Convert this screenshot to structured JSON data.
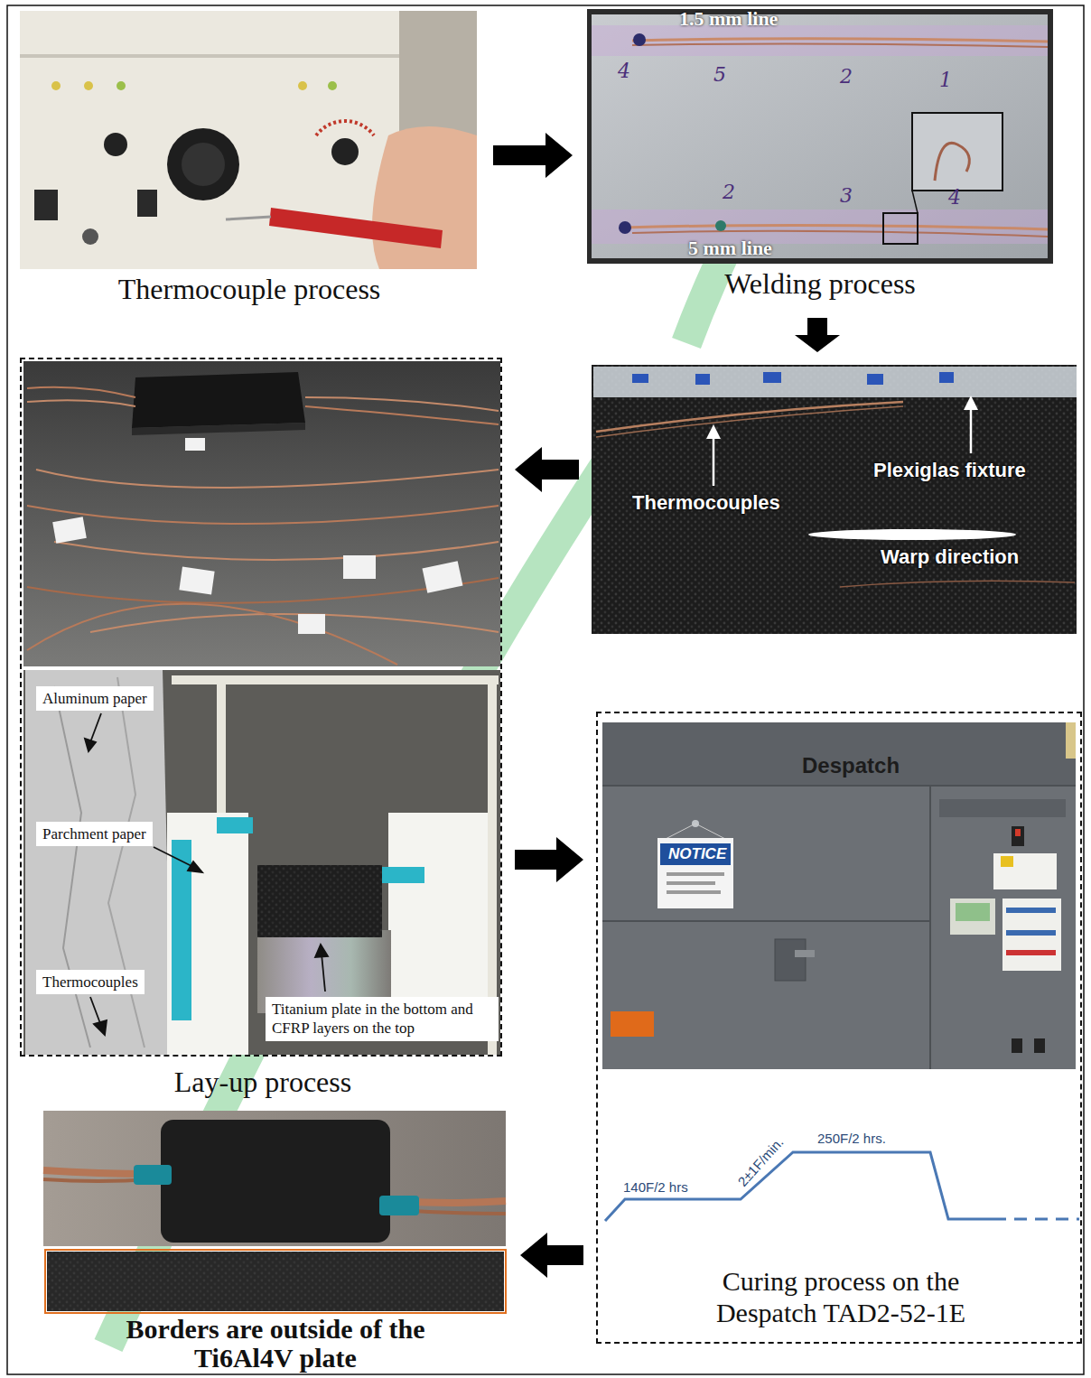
{
  "diagram": {
    "nodes": [
      {
        "text": [
          "Thermocouple process"
        ]
      },
      {
        "text": [
          "Welding process"
        ]
      },
      {
        "text": [
          "Thermocouples",
          "Plexiglas fixture",
          "Warp direction"
        ]
      },
      {
        "text": [
          "Lay-up process"
        ]
      },
      {
        "text": [
          "Aluminum paper"
        ],
        "in": 3
      },
      {
        "text": [
          "Parchment paper"
        ],
        "in": 3
      },
      {
        "text": [
          "Thermocouples"
        ],
        "in": 3
      },
      {
        "text": [
          "Titanium plate in the bottom and CFRP layers on the top"
        ],
        "in": 3
      },
      {
        "text": [
          "Curing process on the Despatch TAD2-52-1E"
        ]
      },
      {
        "text": [
          "Borders are outside of the Ti6Al4V plate"
        ]
      }
    ],
    "edges": [
      {
        "from": 0,
        "to": 1,
        "arrow": "to"
      },
      {
        "from": 1,
        "to": 2,
        "arrow": "to"
      },
      {
        "from": 2,
        "to": 3,
        "arrow": "to"
      },
      {
        "from": 3,
        "to": 8,
        "arrow": "to"
      },
      {
        "from": 8,
        "to": 9,
        "arrow": "to"
      }
    ],
    "labels": [
      "1.5 mm line",
      "5 mm line",
      "4",
      "5",
      "2",
      "1",
      "2",
      "3",
      "4",
      "Despatch",
      "NOTICE",
      "140F/2 hrs",
      "2±1F/min.",
      "250F/2 hrs."
    ]
  }
}
